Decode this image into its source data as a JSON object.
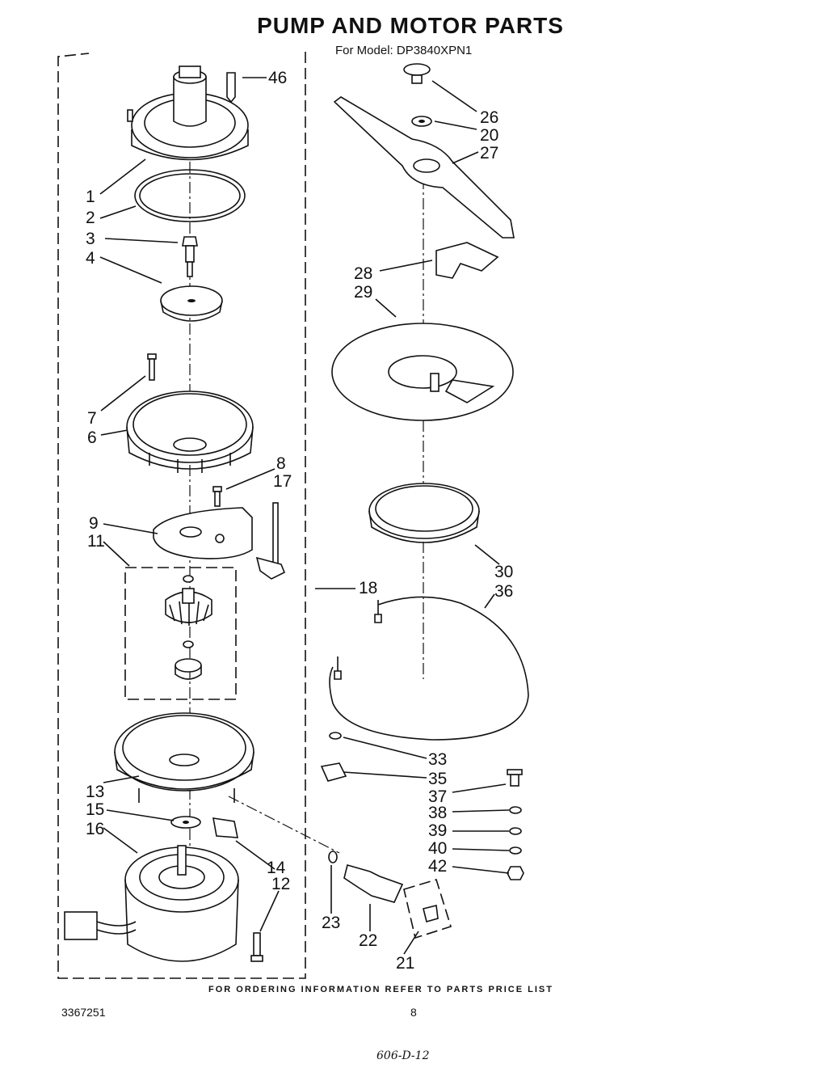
{
  "title": "PUMP AND MOTOR PARTS",
  "model": "For Model: DP3840XPN1",
  "footer": "FOR ORDERING INFORMATION REFER TO PARTS PRICE LIST",
  "doc_number": "3367251",
  "page_number": "8",
  "handwritten_note": "606-D-12",
  "callouts": [
    "46",
    "26",
    "20",
    "27",
    "1",
    "2",
    "3",
    "4",
    "28",
    "29",
    "7",
    "6",
    "8",
    "17",
    "9",
    "11",
    "18",
    "30",
    "36",
    "33",
    "35",
    "37",
    "13",
    "38",
    "15",
    "39",
    "16",
    "40",
    "42",
    "14",
    "12",
    "23",
    "22",
    "21"
  ]
}
